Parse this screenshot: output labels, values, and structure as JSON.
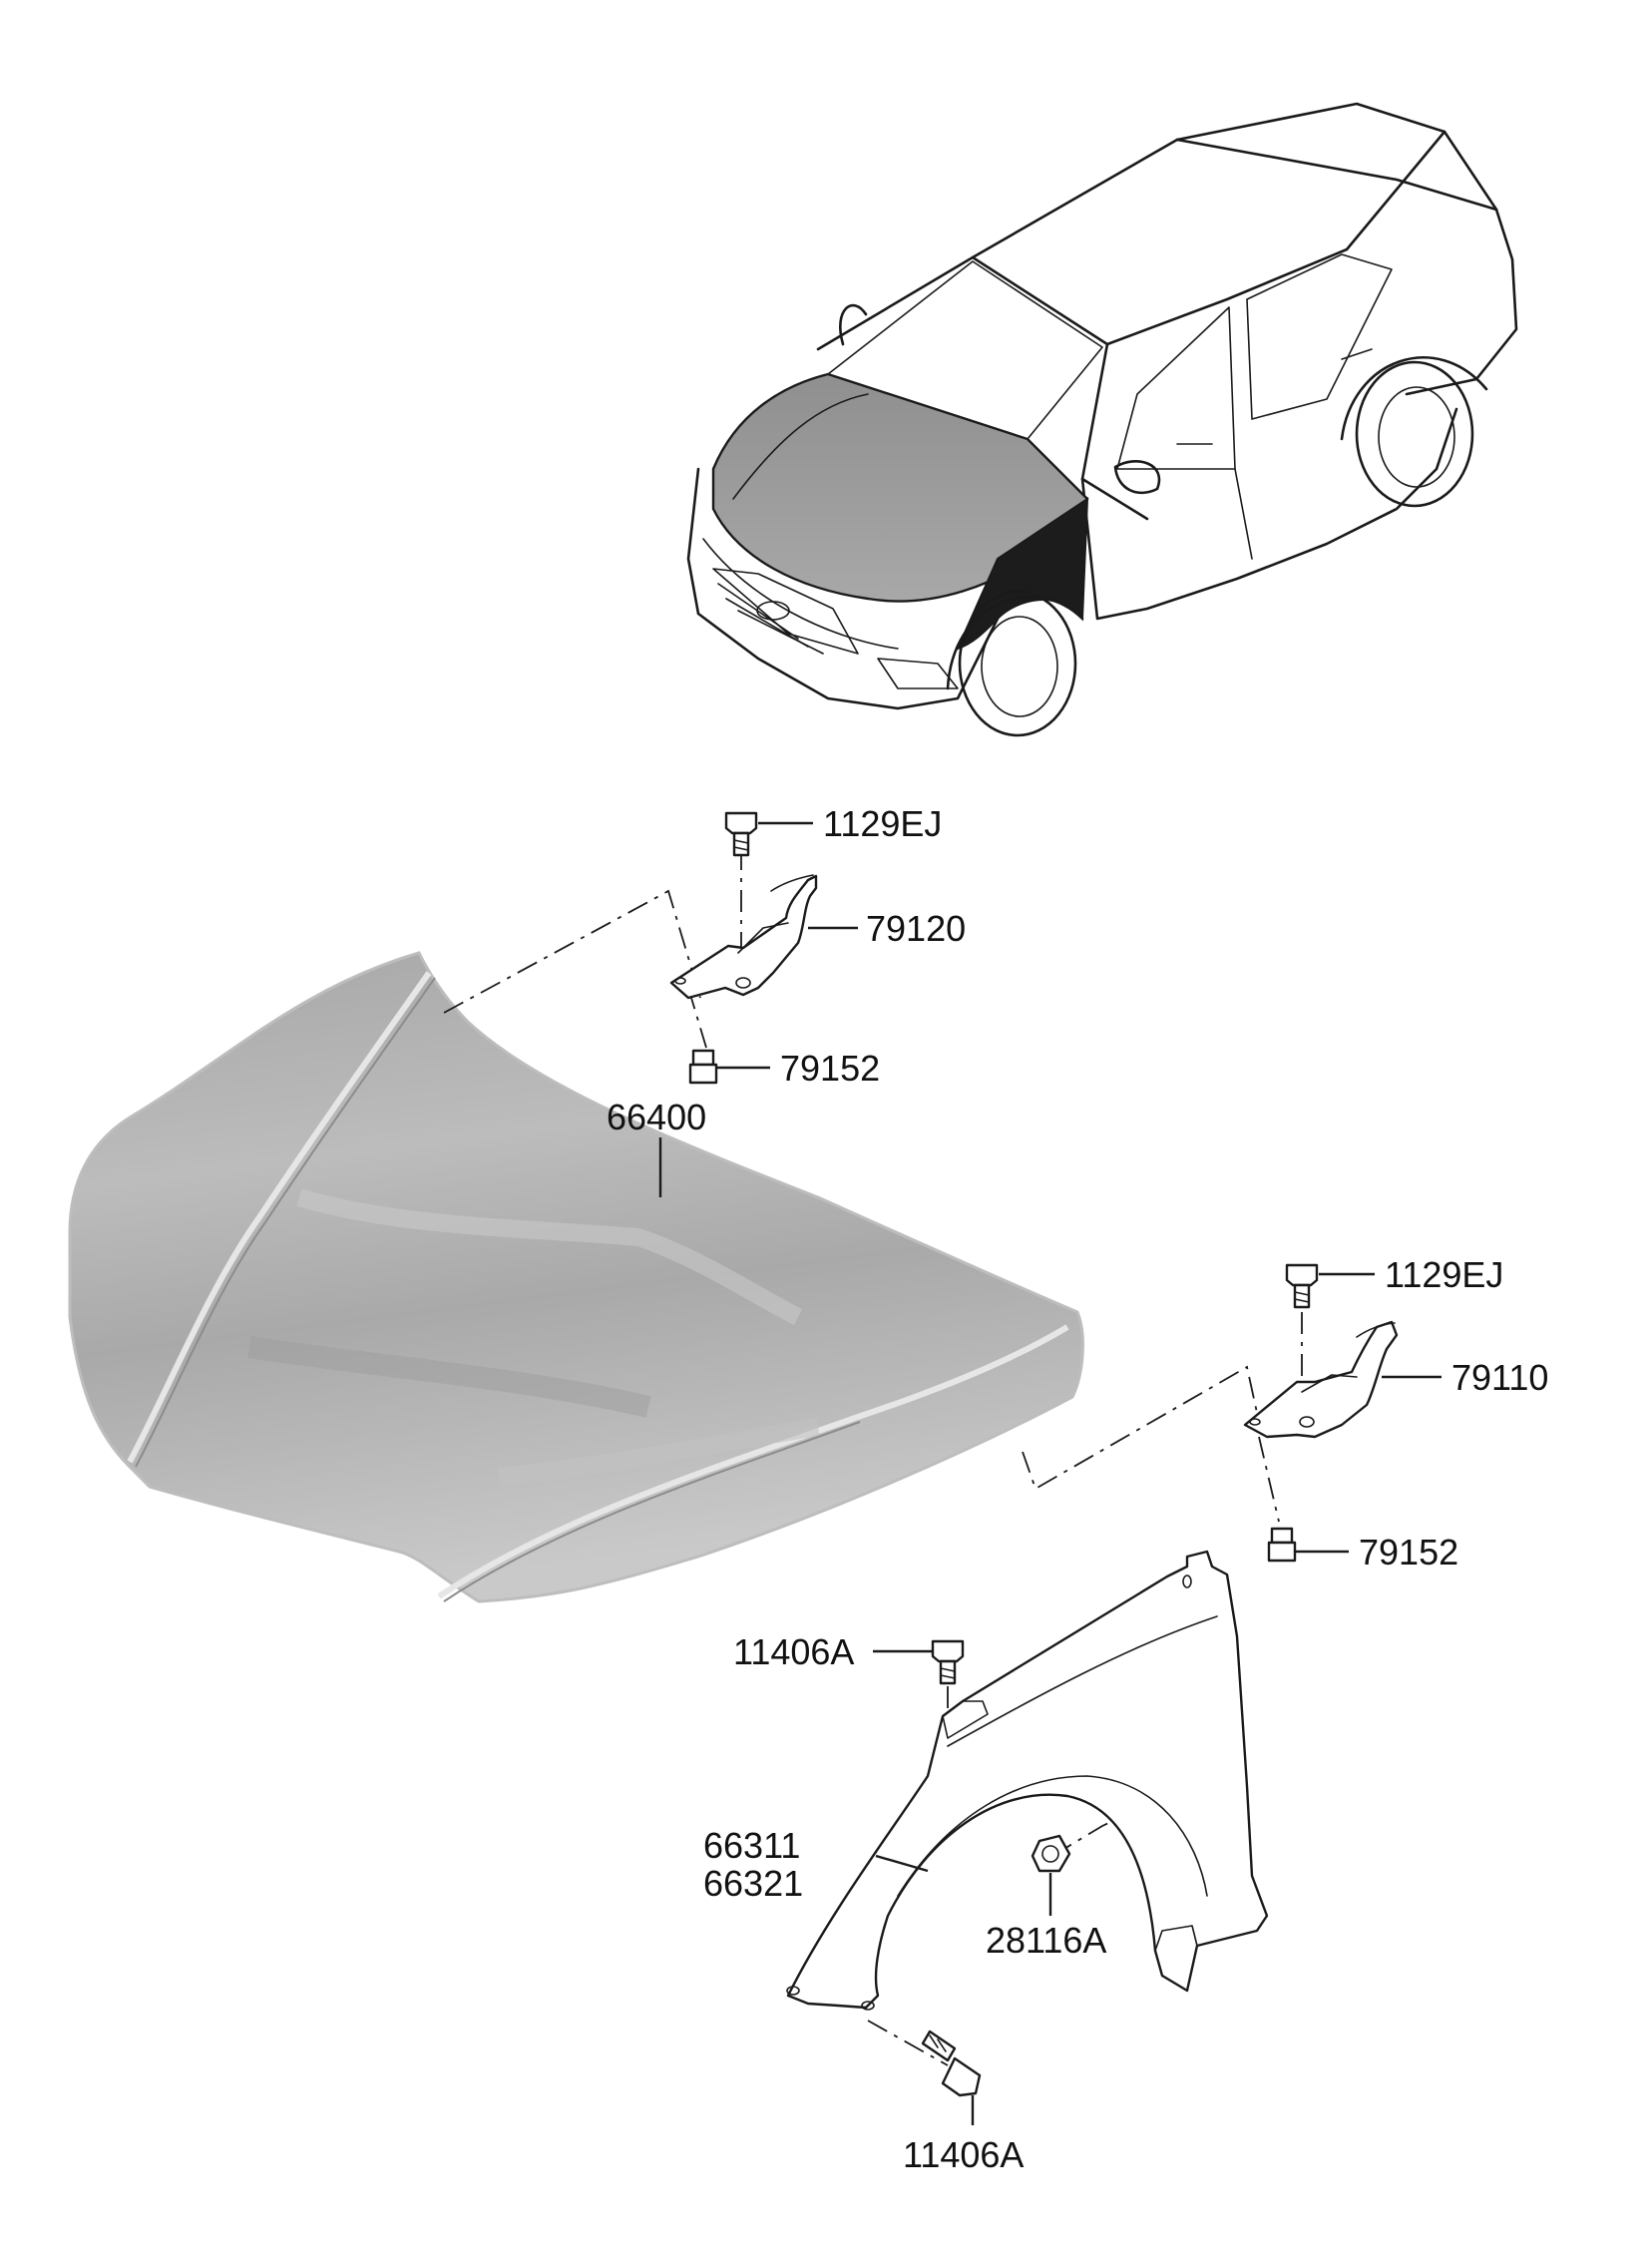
{
  "labels": {
    "hinge_bolt_upper_left": "1129EJ",
    "hinge_left": "79120",
    "hinge_nut_left": "79152",
    "hood": "66400",
    "hinge_bolt_upper_right": "1129EJ",
    "hinge_right": "79110",
    "hinge_nut_right": "79152",
    "fender_bolt_upper": "11406A",
    "fender_lh": "66311",
    "fender_rh": "66321",
    "fender_nut": "28116A",
    "fender_bolt_lower": "11406A"
  },
  "colors": {
    "hood_fill": "#b3b3b3",
    "hood_highlight": "#d9d9d9",
    "car_highlight": "#9a9a9a",
    "car_fender_dark": "#1c1c1c",
    "line": "#1a1a1a"
  }
}
